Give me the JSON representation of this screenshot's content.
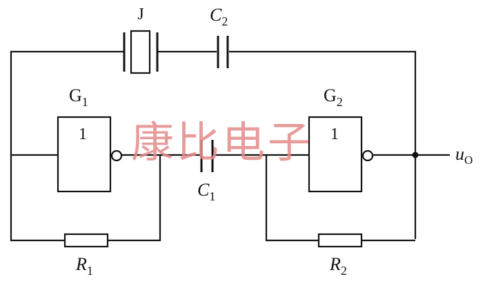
{
  "components": {
    "crystal": {
      "label": "J"
    },
    "c2": {
      "letter": "C",
      "sub": "2"
    },
    "c1": {
      "letter": "C",
      "sub": "1"
    },
    "r1": {
      "letter": "R",
      "sub": "1"
    },
    "r2": {
      "letter": "R",
      "sub": "2"
    },
    "g1": {
      "letter": "G",
      "sub": "1",
      "symbol": "1"
    },
    "g2": {
      "letter": "G",
      "sub": "2",
      "symbol": "1"
    },
    "output": {
      "letter": "u",
      "sub": "O"
    }
  },
  "watermark": {
    "text": "康比电子",
    "color": "#e58a8a"
  },
  "colors": {
    "line": "#111111",
    "background": "#ffffff"
  }
}
